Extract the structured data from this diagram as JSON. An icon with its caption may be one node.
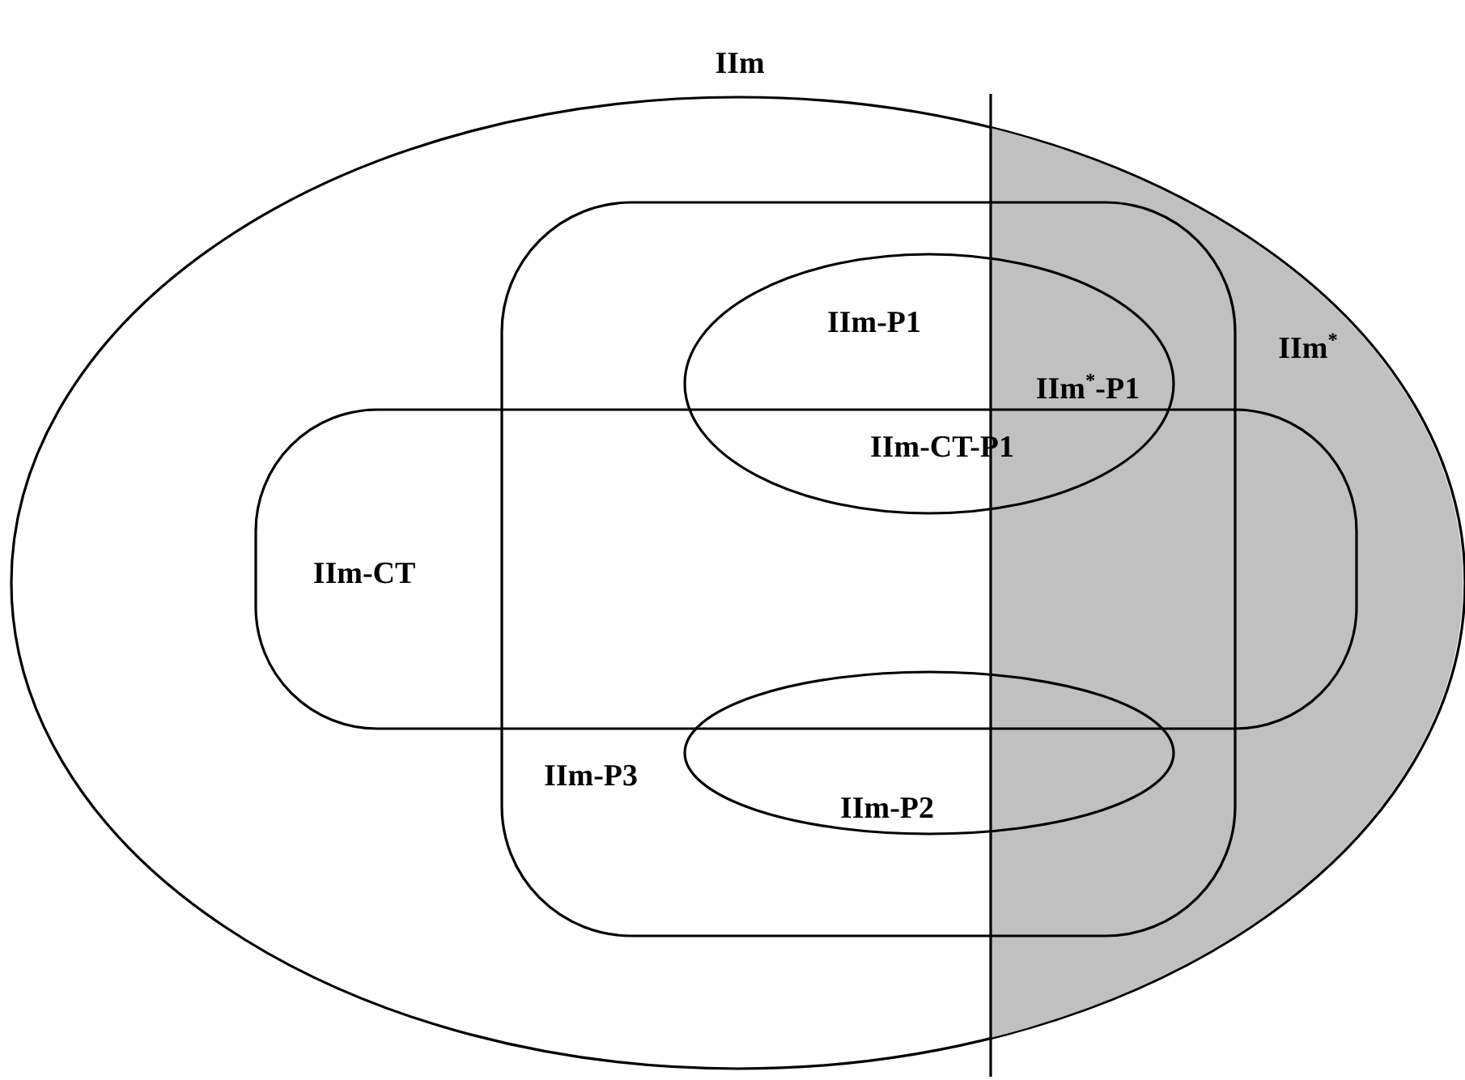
{
  "diagram": {
    "nodes": [
      {
        "text": [
          "IIm"
        ]
      },
      {
        "text": [
          "IIm$^{*}$"
        ],
        "in": 0
      },
      {
        "text": [
          "IIm-P3"
        ],
        "in": 0
      },
      {
        "text": [
          "IIm-CT"
        ],
        "in": 0
      },
      {
        "text": [
          "IIm-P1"
        ],
        "in": 2
      },
      {
        "text": [
          "IIm-P2"
        ],
        "in": 2
      }
    ],
    "edges": [],
    "labels": [
      "IIm$^{*}$-P1",
      "IIm-CT-P1"
    ]
  }
}
